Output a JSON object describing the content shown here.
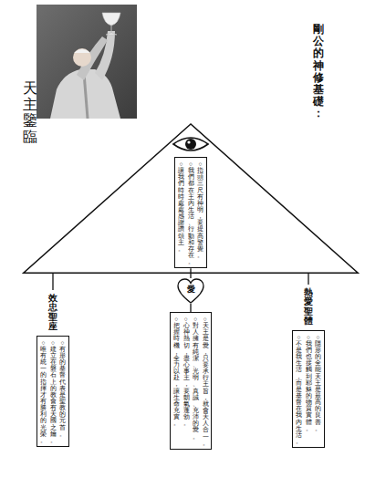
{
  "diagram": {
    "title": "剛公的神修基礎：",
    "nodes": [
      {
        "text": [
          "天主鑒臨"
        ]
      },
      {
        "text": [
          "○指頭三尺有神明，要提高警覺。",
          "○我們都在主內生活、行動和存在。",
          "○讓我們時時處處感謝讚頌主。"
        ],
        "in": 0
      },
      {
        "text": [
          "效忠聖座",
          "○有形的基督代表是聖教的元首。",
          "○建立在磐石上的教會有天國之鑰。",
          "○唯有統一的指揮才有勝利的光榮。"
        ]
      },
      {
        "text": [
          "愛"
        ]
      },
      {
        "text": [
          "○天主是愛，只要承行主旨，就會天人合一。",
          "○對人擁有純潔、光明、真誠、充沛的愛。",
          "○心神熱切，盡心事主，要朝氣蓬勃。",
          "○把握時機，全力以赴，讓生命充實。"
        ]
      },
      {
        "text": [
          "熱愛聖體",
          "○隱形的全能天主是最高的良善。",
          "○我們也接觸到耶穌的物質實體。",
          "○不是我生活，而是基督在我內生活。"
        ]
      }
    ],
    "edges": [
      {
        "from": 0,
        "to": 2,
        "arrow": "none"
      },
      {
        "from": 0,
        "to": 5,
        "arrow": "none"
      },
      {
        "from": 1,
        "to": 3,
        "arrow": "none"
      },
      {
        "from": 3,
        "to": 4,
        "arrow": "none"
      }
    ]
  }
}
